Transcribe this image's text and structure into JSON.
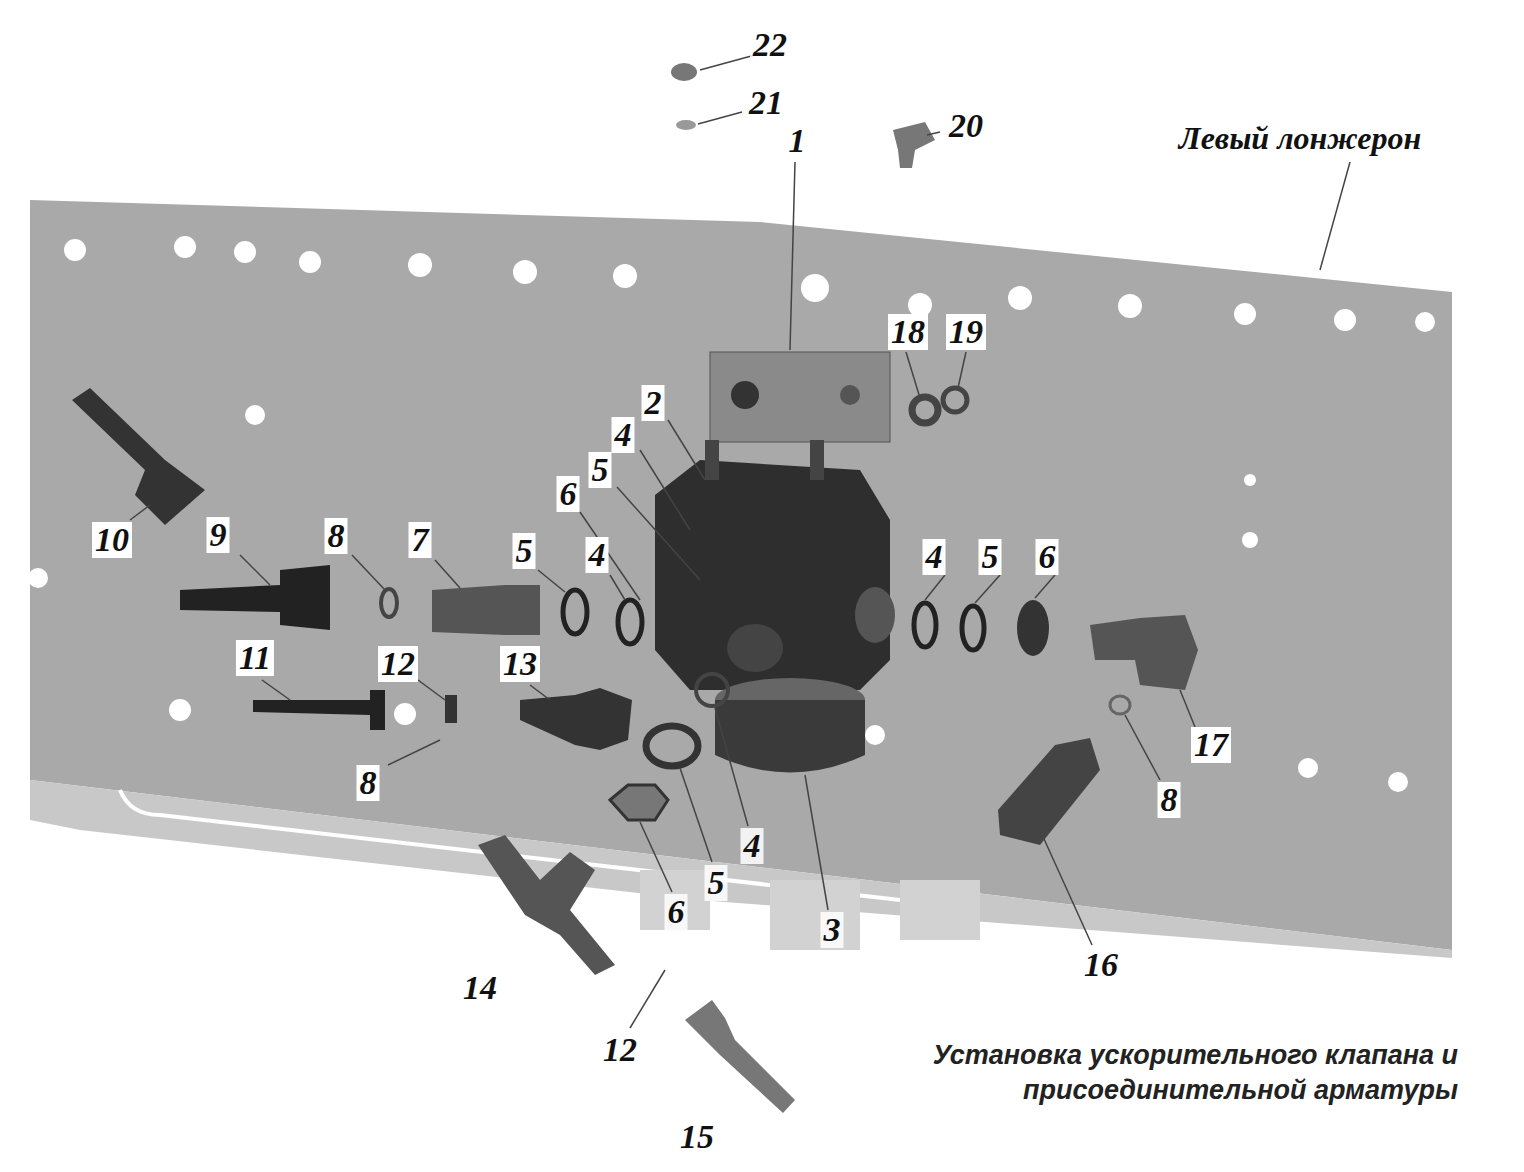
{
  "diagram": {
    "caption": "Установка ускорительного клапана и присоединительной арматуры",
    "labels": [
      "22",
      "21",
      "1",
      "20",
      "Левый лонжерон",
      "18",
      "19",
      "2",
      "4",
      "5",
      "6",
      "10",
      "9",
      "8",
      "7",
      "5",
      "4",
      "4",
      "5",
      "6",
      "11",
      "12",
      "13",
      "8",
      "17",
      "8",
      "4",
      "5",
      "6",
      "3",
      "16",
      "14",
      "12",
      "15"
    ]
  }
}
